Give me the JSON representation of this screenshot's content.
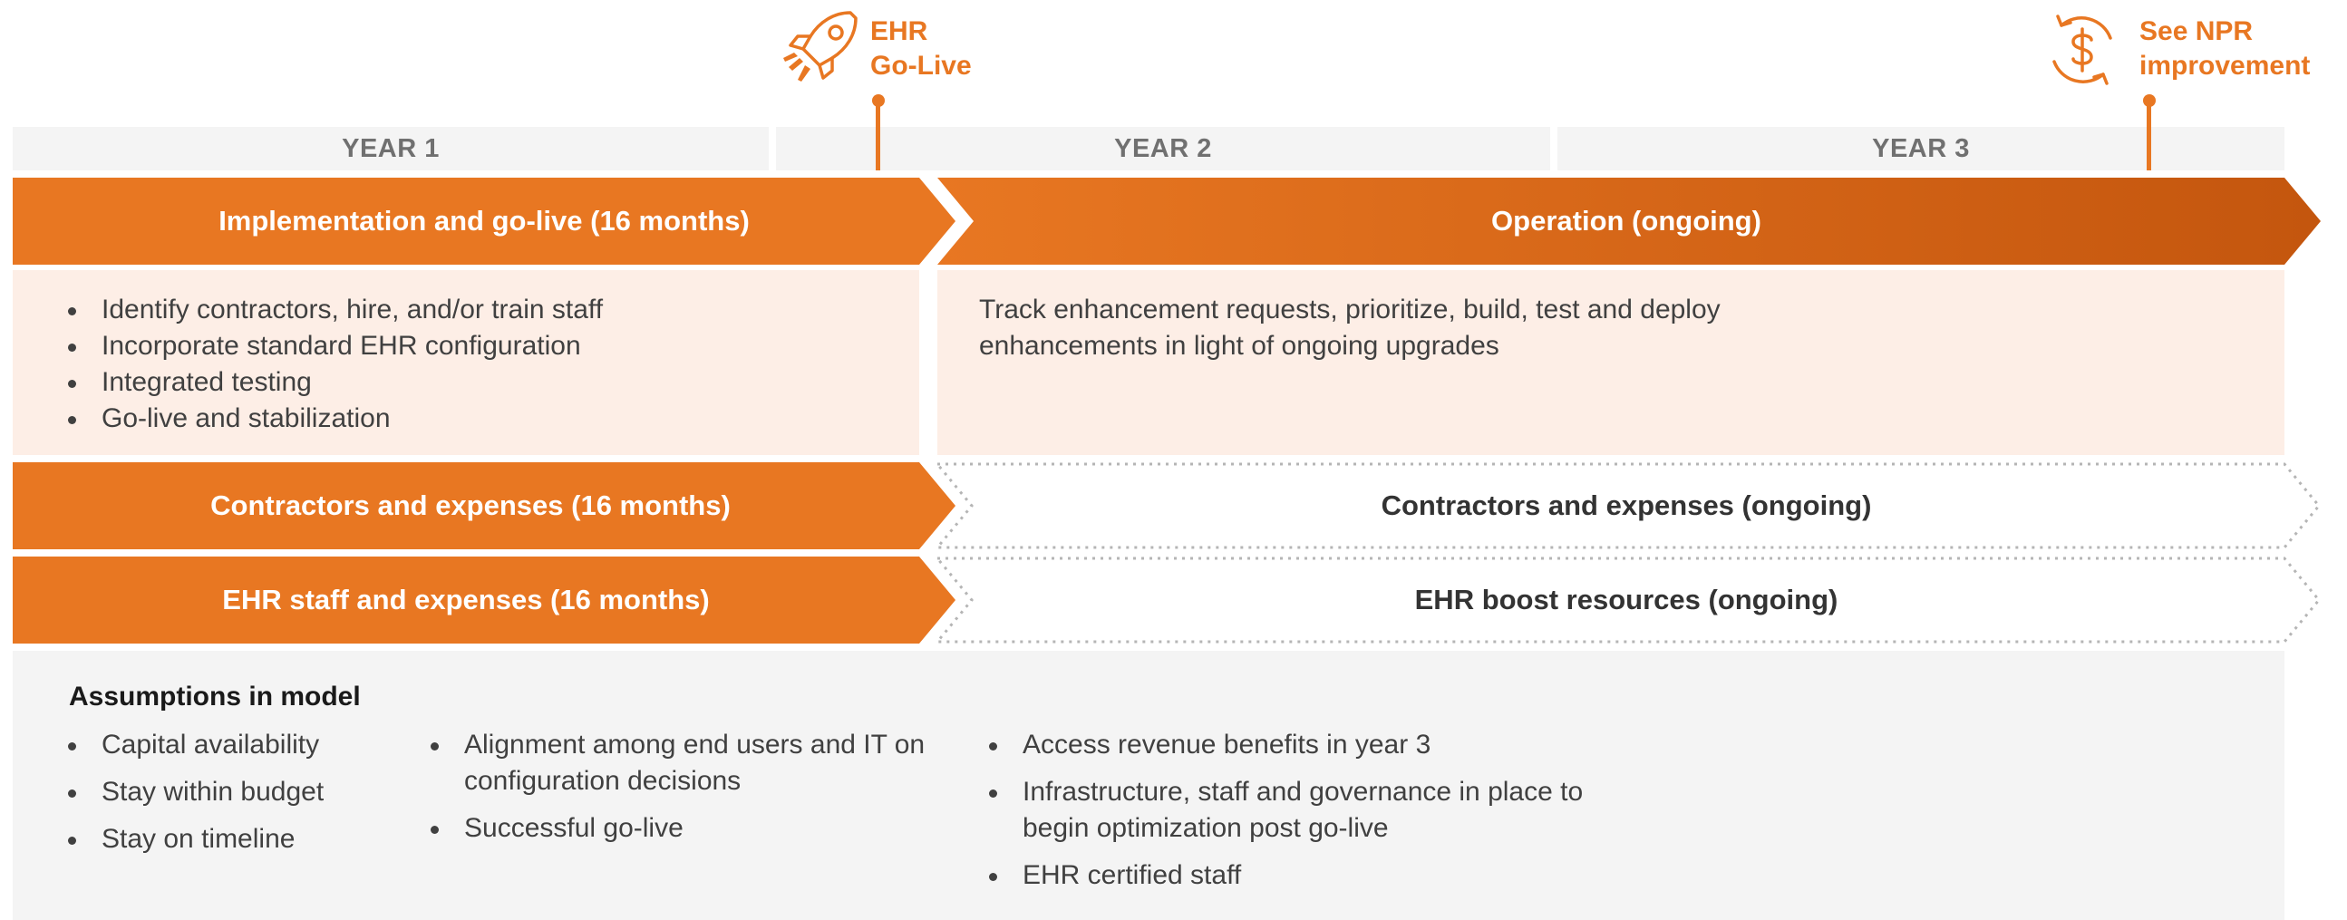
{
  "colors": {
    "accent": "#E87722",
    "accent_dark": "#C4560E",
    "panel_bg": "#FDEEE6",
    "header_bg": "#F4F4F4",
    "text": "#404040"
  },
  "milestones": [
    {
      "icon": "rocket-icon",
      "label": "EHR\nGo-Live"
    },
    {
      "icon": "dollar-cycle-icon",
      "label": "See NPR\nimprovement"
    }
  ],
  "years": [
    "YEAR 1",
    "YEAR 2",
    "YEAR 3"
  ],
  "phases": {
    "implementation": {
      "title": "Implementation and go-live (16 months)",
      "bullets": [
        "Identify contractors, hire, and/or train staff",
        "Incorporate standard EHR configuration",
        "Integrated testing",
        "Go-live and stabilization"
      ]
    },
    "operation": {
      "title": "Operation (ongoing)",
      "text_line1": "Track enhancement requests, prioritize, build, test and deploy",
      "text_line2": "enhancements in light of ongoing upgrades"
    }
  },
  "rows": [
    {
      "left": "Contractors and expenses (16 months)",
      "right": "Contractors and expenses (ongoing)"
    },
    {
      "left": "EHR staff and expenses (16 months)",
      "right": "EHR boost resources (ongoing)"
    }
  ],
  "assumptions": {
    "title": "Assumptions in model",
    "col1": [
      "Capital availability",
      "Stay within budget",
      "Stay on timeline"
    ],
    "col2": [
      "Alignment among end users and IT on configuration decisions",
      "Successful go-live"
    ],
    "col3": [
      "Access revenue benefits in year 3",
      "Infrastructure, staff and governance in place to begin optimization post go-live",
      "EHR certified staff"
    ]
  }
}
